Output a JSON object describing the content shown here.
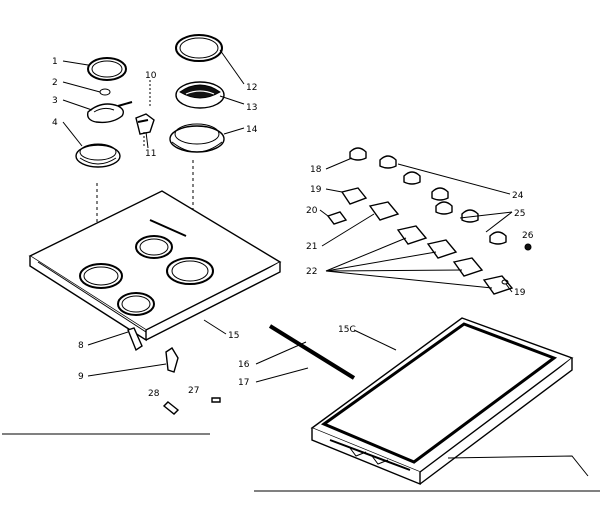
{
  "callouts": {
    "c1": "1",
    "c2": "2",
    "c3": "3",
    "c4": "4",
    "c8": "8",
    "c9": "9",
    "c10": "10",
    "c11": "11",
    "c12": "12",
    "c13": "13",
    "c14": "14",
    "c15": "15",
    "c16": "16",
    "c17": "17",
    "c18": "18",
    "c19a": "19",
    "c19b": "19",
    "c20": "20",
    "c21": "21",
    "c22": "22",
    "c24": "24",
    "c25": "25",
    "c26": "26",
    "c27": "27",
    "c28": "28",
    "c15c": "15C"
  }
}
